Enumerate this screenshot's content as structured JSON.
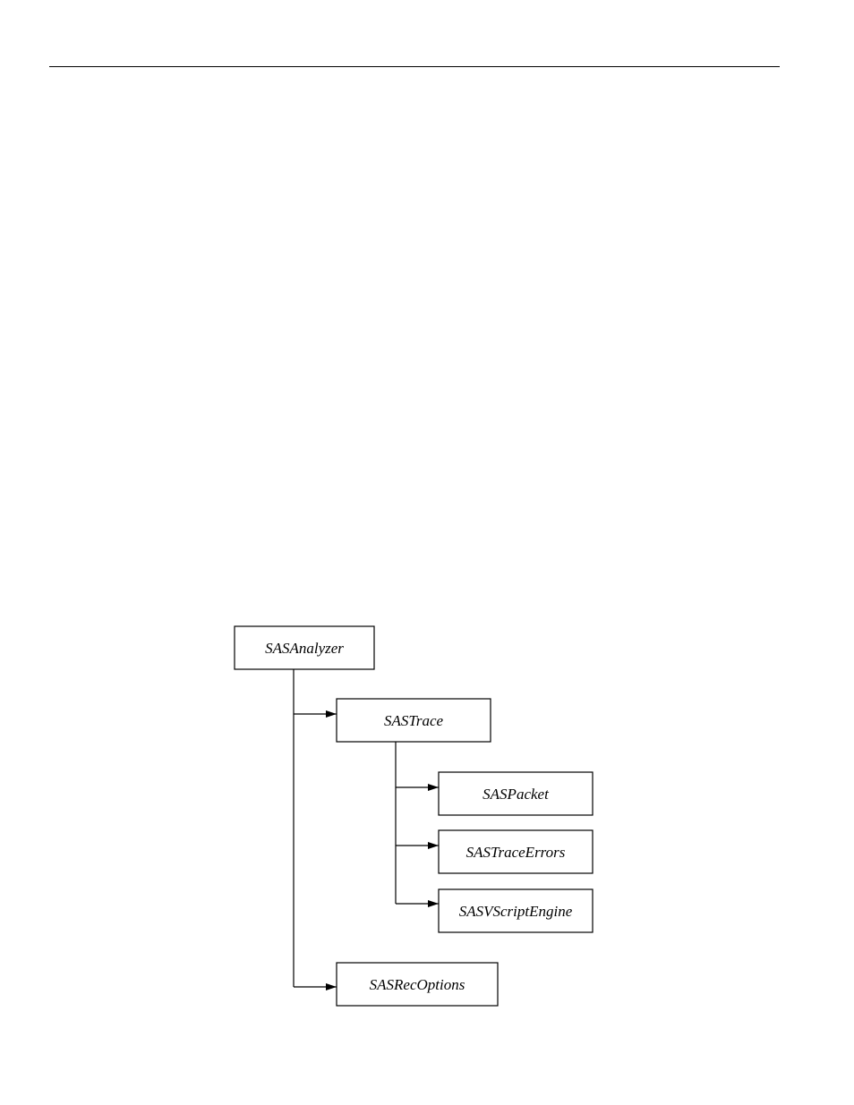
{
  "diagram": {
    "nodes": {
      "sas_analyzer": "SASAnalyzer",
      "sas_trace": "SASTrace",
      "sas_packet": "SASPacket",
      "sas_trace_errors": "SASTraceErrors",
      "sas_vscript_engine": "SASVScriptEngine",
      "sas_rec_options": "SASRecOptions"
    },
    "edges": [
      [
        "SASAnalyzer",
        "SASTrace"
      ],
      [
        "SASAnalyzer",
        "SASRecOptions"
      ],
      [
        "SASTrace",
        "SASPacket"
      ],
      [
        "SASTrace",
        "SASTraceErrors"
      ],
      [
        "SASTrace",
        "SASVScriptEngine"
      ]
    ]
  }
}
